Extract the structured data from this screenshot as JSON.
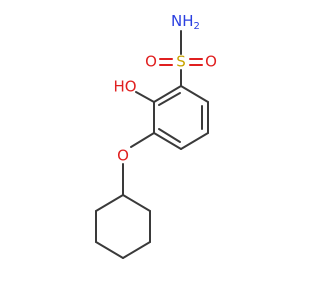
{
  "molecule": {
    "labels": {
      "sulfonamide_nitrogen": "NH",
      "sulfonamide_nitrogen_h_count": "2",
      "sulfur": "S",
      "sulfonyl_oxygen_left": "O",
      "sulfonyl_oxygen_right": "O",
      "hydroxyl": "HO",
      "ether_oxygen": "O"
    },
    "colors": {
      "bond": "#3a3a3a",
      "nitrogen": "#2a3fe0",
      "oxygen": "#e02020",
      "sulfur": "#c9a400"
    }
  }
}
